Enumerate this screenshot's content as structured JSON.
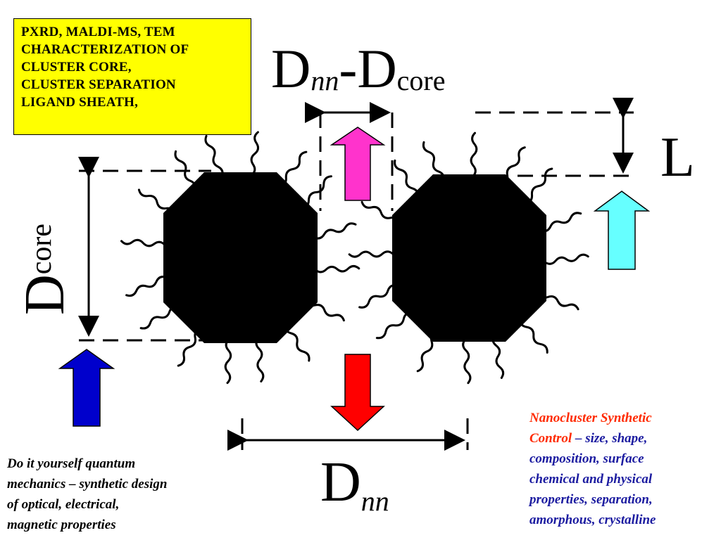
{
  "title_box": {
    "lines": [
      "PXRD, MALDI-MS, TEM",
      "CHARACTERIZATION OF",
      "CLUSTER CORE,",
      "CLUSTER SEPARATION",
      "LIGAND SHEATH,"
    ],
    "background": "#ffff00"
  },
  "labels": {
    "dnn_dcore": {
      "main1": "D",
      "sub1": "nn",
      "dash": "-D",
      "sub2": "core"
    },
    "dcore": {
      "main": "D",
      "sub": "core"
    },
    "dnn": {
      "main": "D",
      "sub": "nn"
    },
    "L": "L"
  },
  "caption_left": {
    "lines": [
      "Do it yourself quantum",
      "mechanics – synthetic design",
      "of optical, electrical,",
      "magnetic properties"
    ]
  },
  "caption_right": {
    "red_line1": "Nanocluster Synthetic",
    "red_line2": "Control",
    "blue_line2": " – size, shape,",
    "blue_lines": [
      "composition, surface",
      "chemical and physical",
      "properties, separation,",
      "amorphous, crystalline"
    ]
  },
  "colors": {
    "magenta_arrow": "#ff33cc",
    "cyan_arrow": "#66ffff",
    "blue_arrow": "#0000cc",
    "red_arrow": "#ff0000",
    "cluster": "#000000",
    "caption_red": "#ff2a00",
    "caption_blue": "#1b1ba0"
  }
}
